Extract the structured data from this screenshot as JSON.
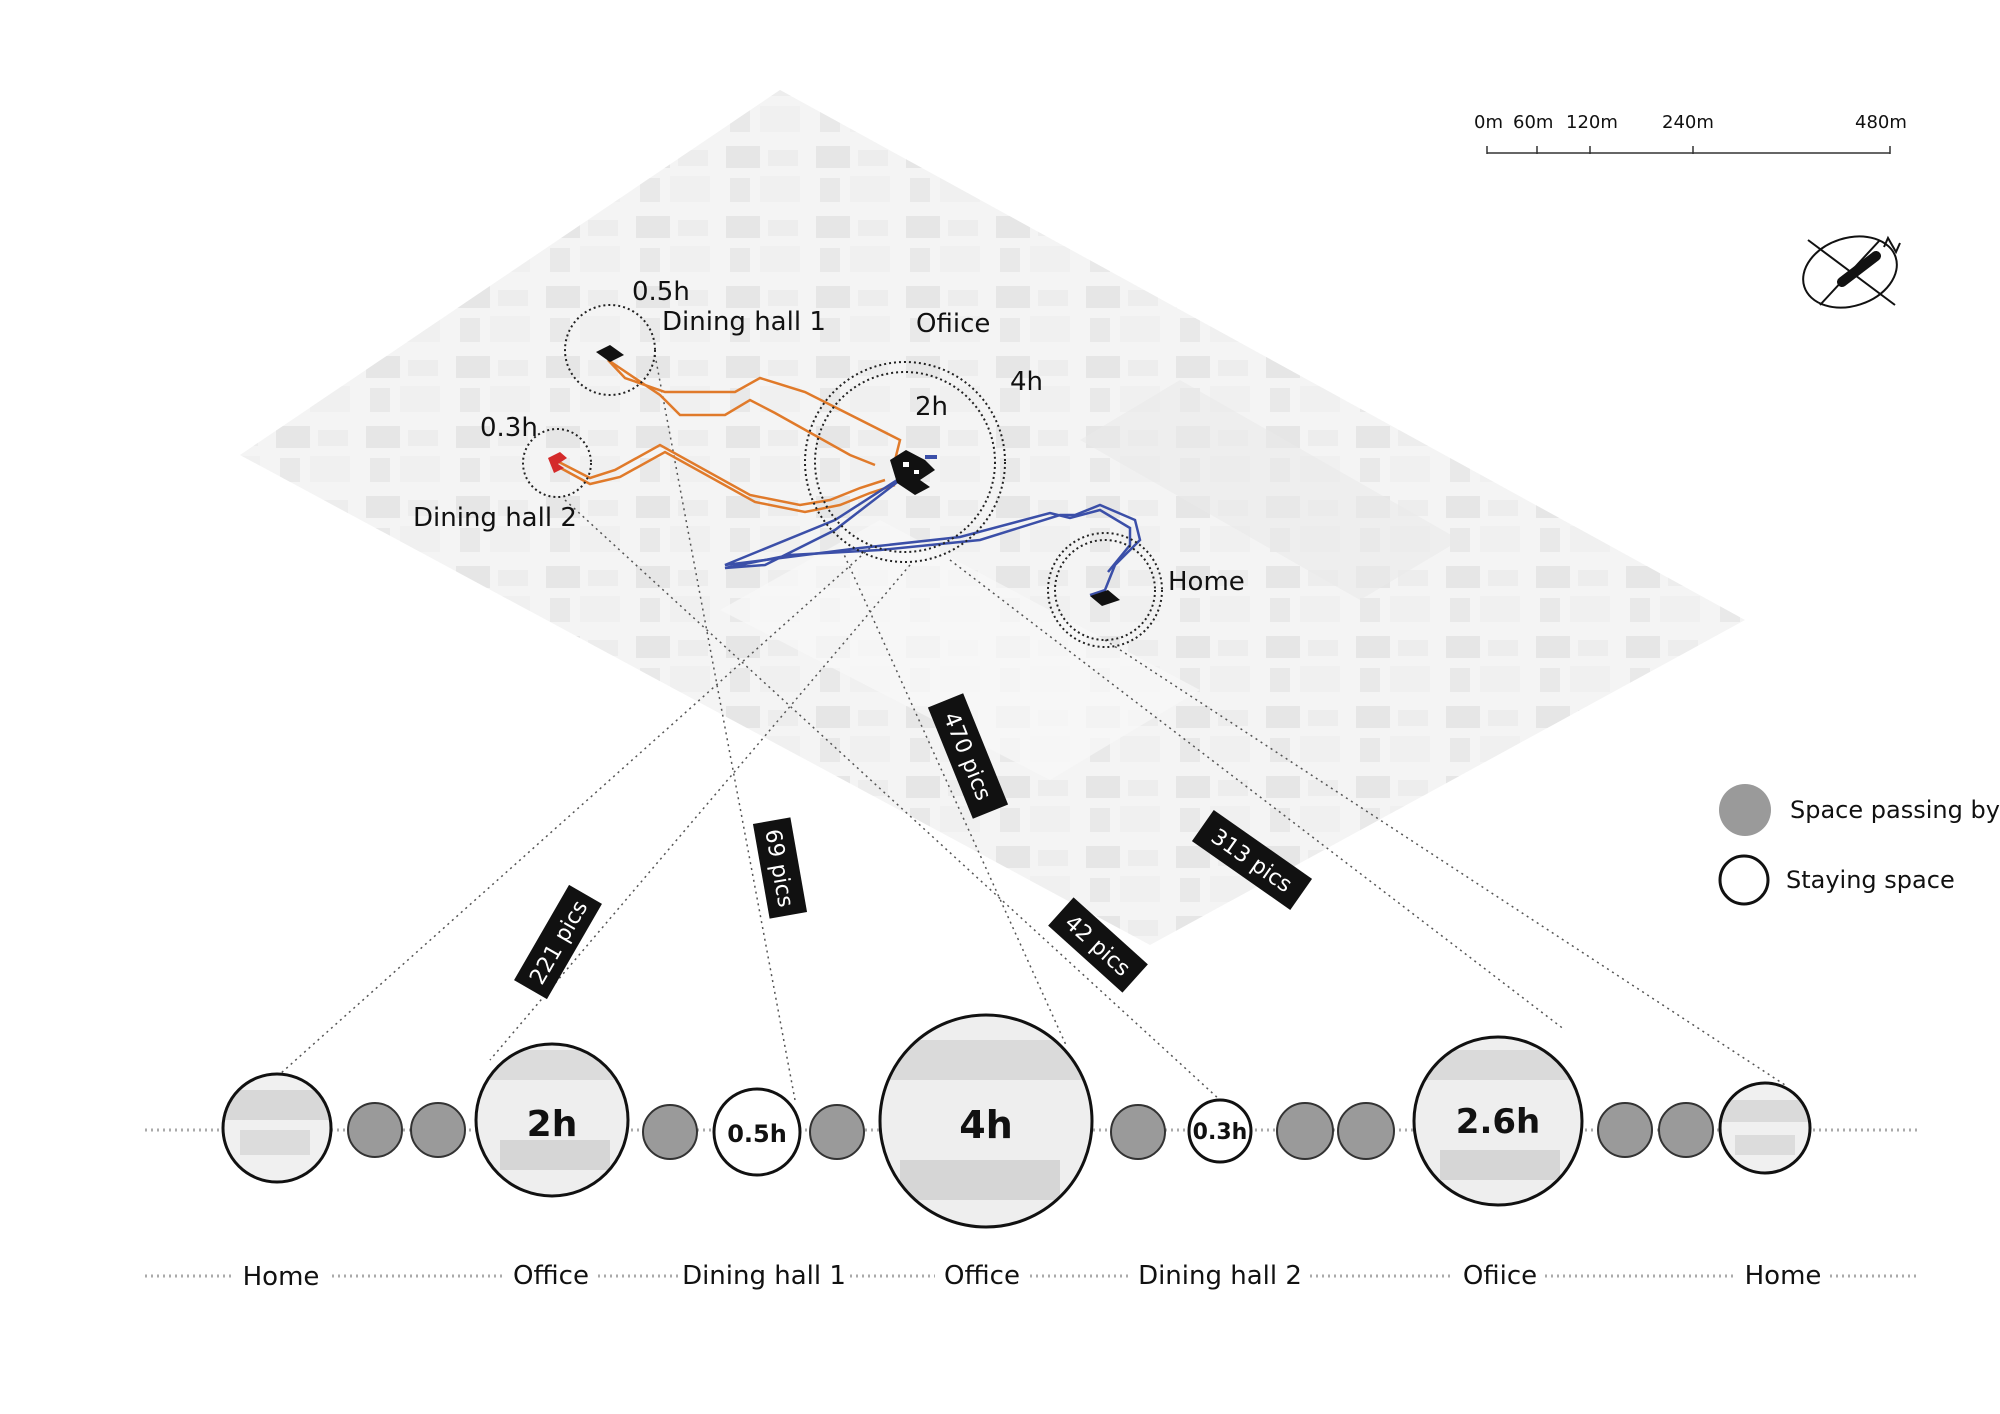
{
  "scale_bar": {
    "ticks": [
      "0m",
      "60m",
      "120m",
      "240m",
      "480m"
    ]
  },
  "map_labels": {
    "dining1_time": "0.5h",
    "dining1_name": "Dining hall 1",
    "office_name": "Ofiice",
    "office_outer_time": "4h",
    "office_inner_time": "2h",
    "dining2_time": "0.3h",
    "dining2_name": "Dining hall 2",
    "home_name": "Home"
  },
  "pic_labels": [
    "221 pics",
    "69 pics",
    "470 pics",
    "42 pics",
    "313 pics"
  ],
  "legend": {
    "passing": "Space passing by",
    "staying": "Staying space"
  },
  "timeline_values": [
    "2h",
    "0.5h",
    "4h",
    "0.3h",
    "2.6h"
  ],
  "timeline_labels": [
    "Home",
    "Office",
    "Dining hall 1",
    "Office",
    "Dining hall 2",
    "Ofiice",
    "Home"
  ],
  "colors": {
    "route_orange": "#e07a2a",
    "route_blue": "#3b4fa8",
    "dining2_red": "#d42a2a",
    "pass_gray": "#9a9a9a"
  }
}
